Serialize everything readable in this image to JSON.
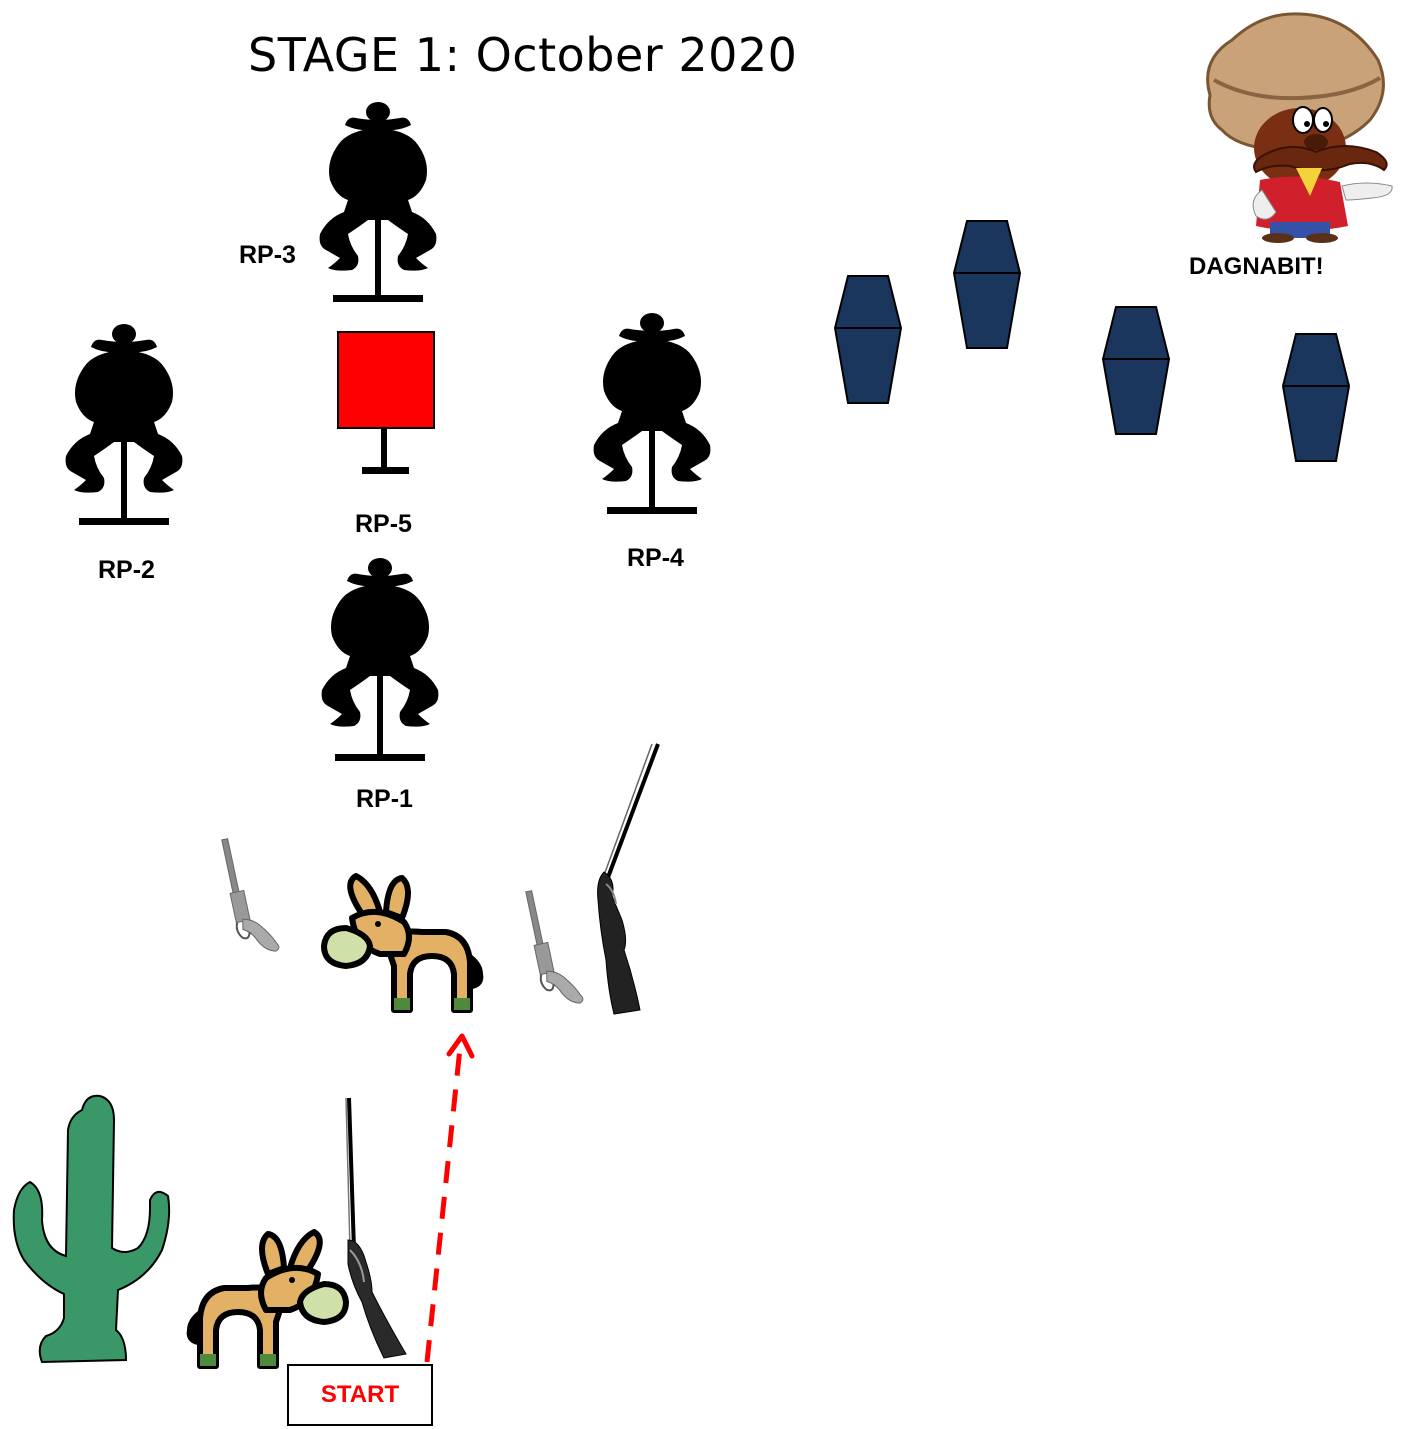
{
  "title": "STAGE 1: October 2020",
  "labels": {
    "rp1": "RP-1",
    "rp2": "RP-2",
    "rp3": "RP-3",
    "rp4": "RP-4",
    "rp5": "RP-5",
    "start": "START",
    "character_caption": "DAGNABIT!"
  },
  "colors": {
    "target_silhouette": "#000000",
    "popper_target": "#ff0000",
    "coffin": "#1a365d",
    "cactus": "#3a9868",
    "mule_body": "#e3b166",
    "mule_muzzle": "#cfe0a8",
    "mule_hoof": "#4f8a3c",
    "start_text": "#ff0000",
    "path_arrow": "#ff0000"
  },
  "icons": [
    "cowboy-silhouette-target-icon",
    "red-square-target-icon",
    "coffin-icon",
    "mule-icon",
    "revolver-icon",
    "shotgun-icon",
    "rifle-icon",
    "saguaro-cactus-icon",
    "prospector-character-icon",
    "dashed-arrow-icon"
  ]
}
